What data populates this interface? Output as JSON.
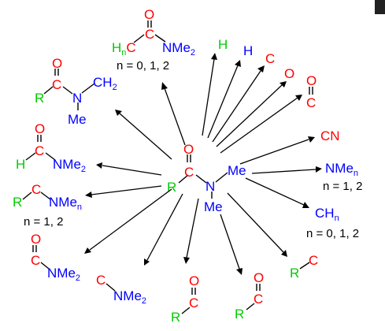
{
  "colors": {
    "carbon": "#ff0000",
    "oxygen": "#ff0000",
    "nitrogen": "#0000ff",
    "hydrogen": "#00cc00",
    "r_group": "#00cc00",
    "bond": "#000000",
    "text": "#000000"
  },
  "icons": {
    "corner": "square-icon"
  },
  "center": {
    "R": "R",
    "C": "C",
    "O": "O",
    "N": "N",
    "Me_right": "Me",
    "Me_down": "Me"
  },
  "fragments": {
    "acetamide": {
      "H": "H",
      "n_sub": "n",
      "C1": "C",
      "O": "O",
      "C2": "C",
      "N": "NMe",
      "sub": "2",
      "note": "n = 0, 1, 2"
    },
    "amide_ch2": {
      "O": "O",
      "R": "R",
      "C": "C",
      "N": "N",
      "CH2": "CH",
      "sub": "2",
      "Me": "Me"
    },
    "formamide": {
      "O": "O",
      "H": "H",
      "C": "C",
      "N": "NMe",
      "sub": "2"
    },
    "rcnme": {
      "R": "R",
      "C": "C",
      "N": "NMe",
      "sub": "n",
      "note": "n = 1, 2"
    },
    "carbamoyl": {
      "O": "O",
      "C": "C",
      "N": "NMe",
      "sub": "2"
    },
    "cnme2": {
      "C": "C",
      "N": "NMe",
      "sub": "2"
    },
    "rco_left": {
      "O": "O",
      "C": "C",
      "R": "R"
    },
    "rco_right": {
      "O": "O",
      "C": "C",
      "R": "R"
    },
    "h1": {
      "H": "H"
    },
    "h2": {
      "H": "H"
    },
    "c": {
      "C": "C"
    },
    "o": {
      "O": "O"
    },
    "co": {
      "O": "O",
      "C": "C"
    },
    "cn": {
      "CN": "CN"
    },
    "nmen": {
      "N": "NMe",
      "sub": "n",
      "note": "n = 1, 2"
    },
    "chn": {
      "C": "CH",
      "sub": "n",
      "note": "n = 0, 1, 2"
    },
    "rc": {
      "R": "R",
      "C": "C"
    }
  }
}
